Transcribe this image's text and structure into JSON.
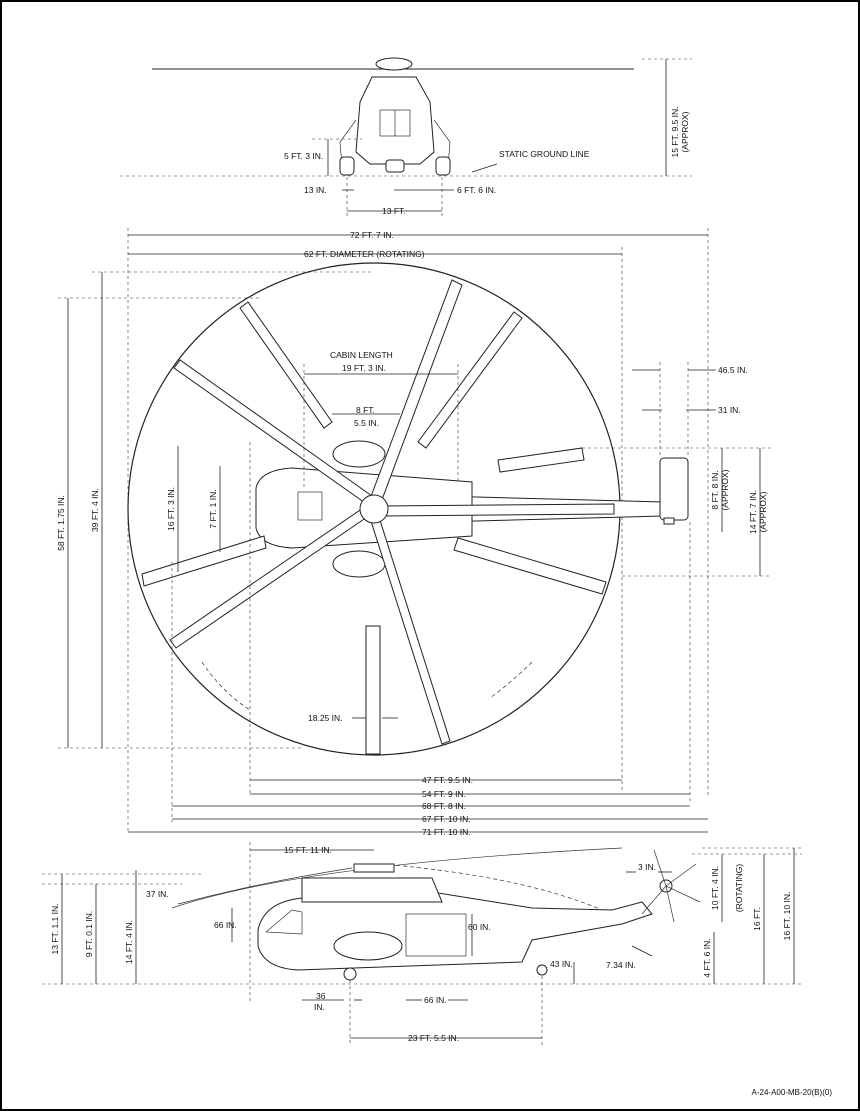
{
  "front_view": {
    "static_ground_line": "STATIC GROUND LINE",
    "height": "15 FT. 9.5 IN.",
    "height_approx": "(APPROX)",
    "gear_height": "5 FT. 3 IN.",
    "wheel_width": "13 IN.",
    "float_offset": "6 FT. 6 IN.",
    "track": "13 FT."
  },
  "top_view": {
    "overall_span": "72 FT. 7 IN.",
    "rotor_diameter": "62 FT. DIAMETER (ROTATING)",
    "cabin_length_label": "CABIN LENGTH",
    "cabin_length": "19 FT. 3 IN.",
    "hub_offset_a": "8 FT.",
    "hub_offset_b": "5.5 IN.",
    "tail_46": "46.5 IN.",
    "tail_31": "31 IN.",
    "width_58": "58 FT. 1.75 IN.",
    "width_39": "39 FT. 4 IN.",
    "cabin_16": "16 FT. 3 IN.",
    "cabin_7": "7 FT. 1 IN.",
    "tail_rotor_8": "8 FT. 8 IN.",
    "tail_rotor_8_approx": "(APPROX)",
    "tail_rotor_14": "14 FT. 7 IN.",
    "tail_rotor_14_approx": "(APPROX)",
    "blade_chord": "18.25 IN.",
    "len_47": "47 FT. 9.5 IN.",
    "len_54": "54 FT. 9 IN.",
    "len_68": "68 FT. 8 IN.",
    "len_67": "67 FT. 10 IN.",
    "len_71": "71 FT. 10 IN."
  },
  "side_view": {
    "rotor_to_nose": "15 FT. 11 IN.",
    "tail_rotor_gap": "3 IN.",
    "blade_droop": "37 IN.",
    "door_height": "66 IN.",
    "cargo_door": "60 IN.",
    "ground_43": "43 IN.",
    "ground_734": "7.34 IN.",
    "tail_rotor_dia": "10 FT. 4 IN.",
    "tail_rotor_dia_note": "(ROTATING)",
    "h_13": "13 FT. 1.1 IN.",
    "h_9": "9 FT. 0.1 IN.",
    "h_14": "14 FT. 4 IN.",
    "h_4": "4 FT. 6 IN.",
    "h_16": "16 FT.",
    "h_16_10": "16 FT. 10 IN.",
    "wheel_36_a": "36",
    "wheel_36_b": "IN.",
    "float_66": "66 IN.",
    "wheelbase": "23 FT. 5.5 IN."
  },
  "document_code": "A-24-A00-MB-20(B)(0)"
}
